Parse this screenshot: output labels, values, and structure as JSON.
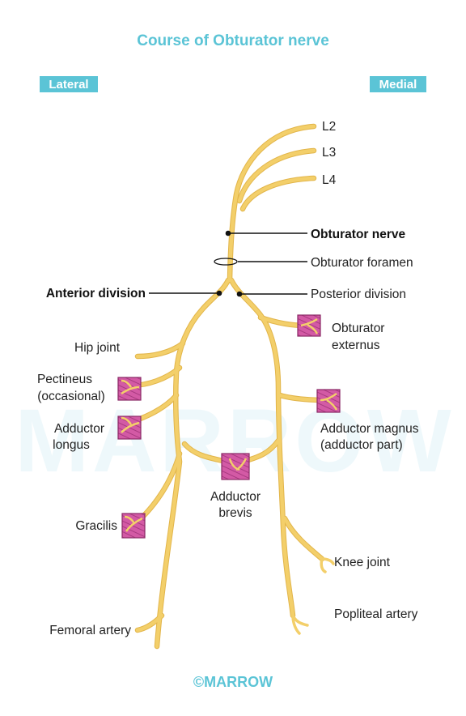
{
  "title": "Course of Obturator nerve",
  "side_labels": {
    "lateral": "Lateral",
    "medial": "Medial"
  },
  "roots": [
    "L2",
    "L3",
    "L4"
  ],
  "labels": {
    "obturator_nerve": "Obturator nerve",
    "obturator_foramen": "Obturator foramen",
    "anterior_division": "Anterior division",
    "posterior_division": "Posterior division",
    "hip_joint": "Hip joint",
    "pectineus": [
      "Pectineus",
      "(occasional)"
    ],
    "adductor_longus": [
      "Adductor",
      "longus"
    ],
    "gracilis": "Gracilis",
    "femoral_artery": "Femoral artery",
    "adductor_brevis": [
      "Adductor",
      "brevis"
    ],
    "obturator_externus": [
      "Obturator",
      "externus"
    ],
    "adductor_magnus": [
      "Adductor magnus",
      "(adductor part)"
    ],
    "knee_joint": "Knee joint",
    "popliteal_artery": "Popliteal artery"
  },
  "watermark": "MARROW",
  "copyright": "©MARROW",
  "colors": {
    "accent": "#5bc4d6",
    "nerve": "#f3cf6a",
    "nerve_edge": "#e2b54a",
    "muscle": "#cf4f9e",
    "muscle_edge": "#8a2a66",
    "line": "#111111",
    "watermark": "#eef8fb"
  }
}
